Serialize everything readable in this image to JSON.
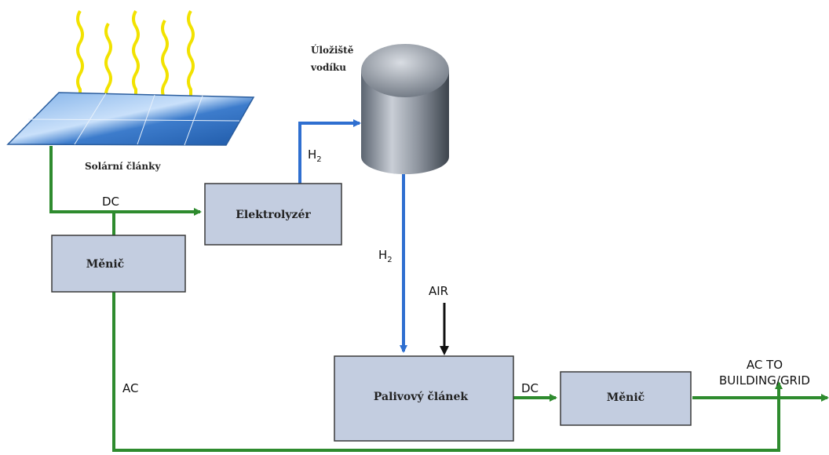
{
  "colors": {
    "dc_line": "#2e8b2e",
    "h2_line": "#2f6fd0",
    "box_fill": "#c3cde0",
    "box_stroke": "#3a3a3a",
    "sun_rays": "#f2e200",
    "air_arrow": "#111111"
  },
  "solar": {
    "label": "Solární články"
  },
  "tank": {
    "label_line1": "Úložiště",
    "label_line2": "vodíku"
  },
  "boxes": {
    "electrolyzer": "Elektrolyzér",
    "inverter_left": "Měnič",
    "fuel_cell": "Palivový článek",
    "inverter_right": "Měnič"
  },
  "flows": {
    "dc_top": "DC",
    "ac_left": "AC",
    "h2_top": "H",
    "h2_top_sub": "2",
    "h2_down": "H",
    "h2_down_sub": "2",
    "air": "AIR",
    "dc_bottom": "DC",
    "output_line1": "AC TO",
    "output_line2": "BUILDING/GRID"
  }
}
